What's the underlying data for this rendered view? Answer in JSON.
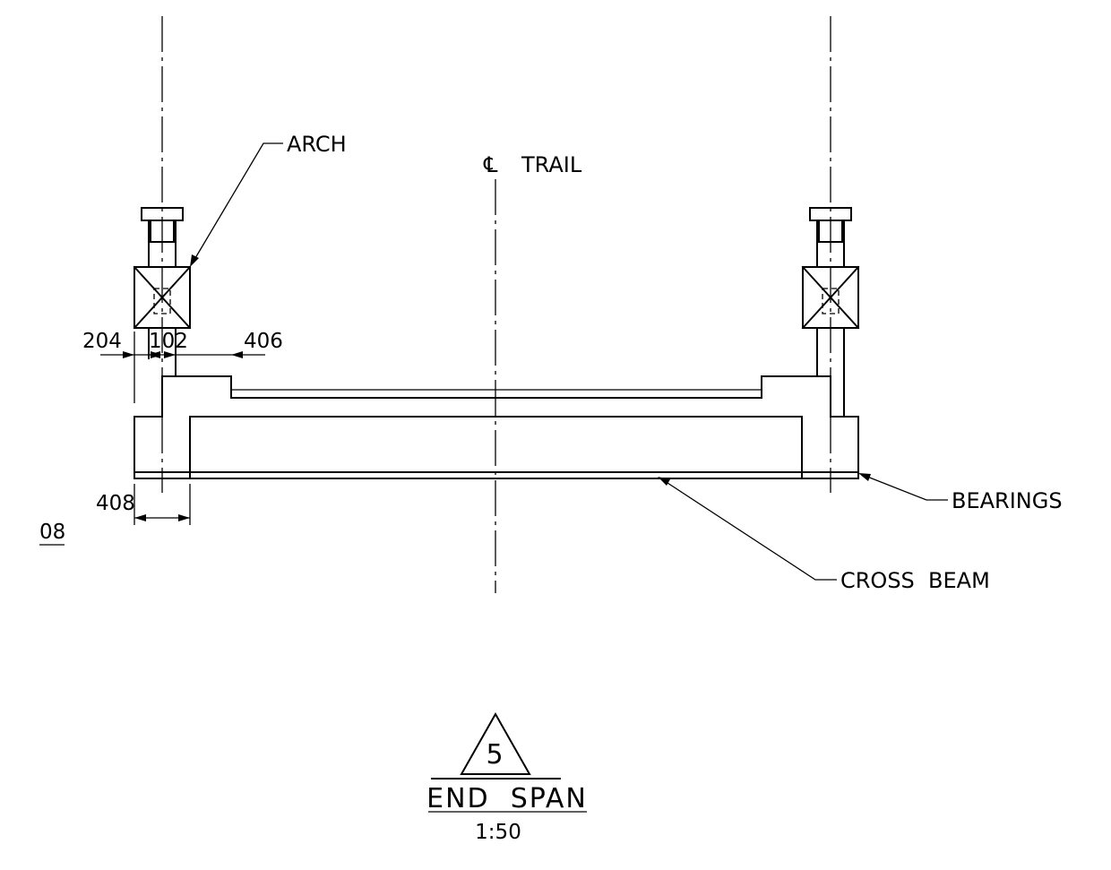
{
  "labels": {
    "arch": "ARCH",
    "centerline_symbol": "℄",
    "centerline": "TRAIL",
    "bearings": "BEARINGS",
    "cross_beam": "CROSS  BEAM"
  },
  "dimensions": {
    "d204": "204",
    "d102": "102",
    "d406": "406",
    "d408": "408",
    "d08": "08"
  },
  "title_block": {
    "detail_number": "5",
    "title": "END  SPAN",
    "scale": "1:50"
  }
}
